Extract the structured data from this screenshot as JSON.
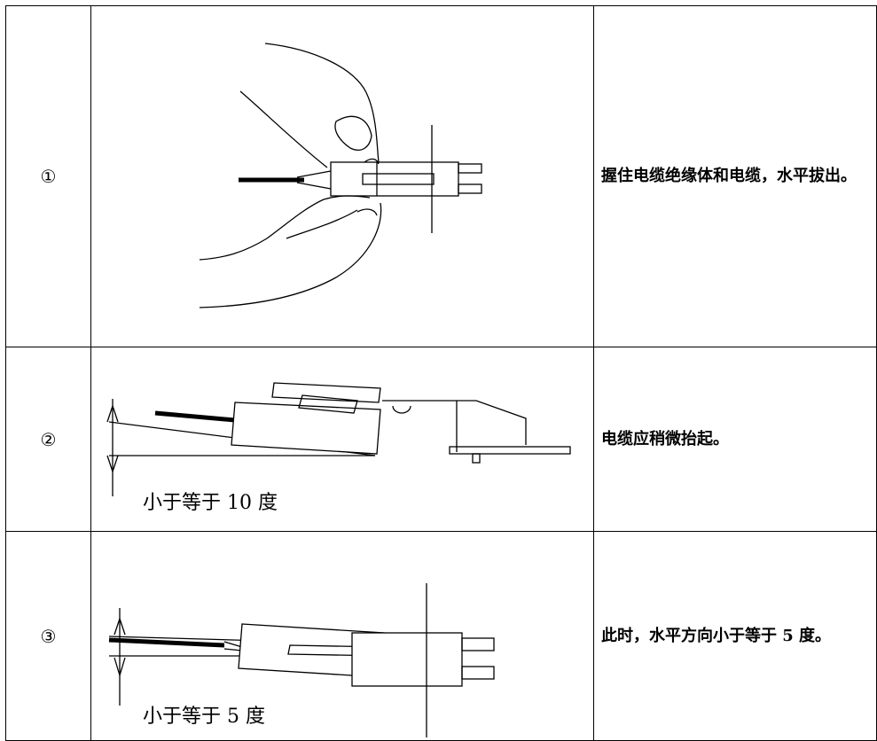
{
  "rows": [
    {
      "number": "①",
      "description": "握住电缆绝缘体和电缆，水平拔出。"
    },
    {
      "number": "②",
      "caption": "小于等于 10 度",
      "description": "电缆应稍微抬起。"
    },
    {
      "number": "③",
      "caption": "小于等于 5 度",
      "description": "此时，水平方向小于等于 5 度。"
    }
  ]
}
